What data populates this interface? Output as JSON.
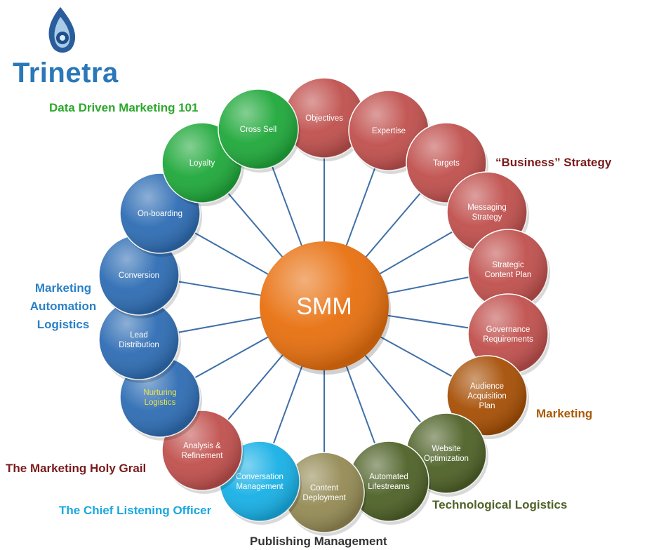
{
  "logo": {
    "text": "Trinetra",
    "icon": "eye-flame-icon"
  },
  "center": {
    "label": "SMM",
    "color": "#e8700f"
  },
  "nodes": [
    {
      "id": "objectives",
      "lines": [
        "Objectives"
      ],
      "color": "#c0504d",
      "text_color": "#ffffff"
    },
    {
      "id": "expertise",
      "lines": [
        "Expertise"
      ],
      "color": "#c0504d",
      "text_color": "#ffffff"
    },
    {
      "id": "targets",
      "lines": [
        "Targets"
      ],
      "color": "#c0504d",
      "text_color": "#ffffff"
    },
    {
      "id": "messaging",
      "lines": [
        "Messaging",
        "Strategy"
      ],
      "color": "#c0504d",
      "text_color": "#ffffff"
    },
    {
      "id": "content-plan",
      "lines": [
        "Strategic",
        "Content Plan"
      ],
      "color": "#c0504d",
      "text_color": "#ffffff"
    },
    {
      "id": "governance",
      "lines": [
        "Governance",
        "Requirements"
      ],
      "color": "#c0504d",
      "text_color": "#ffffff"
    },
    {
      "id": "audience",
      "lines": [
        "Audience",
        "Acquisition",
        "Plan"
      ],
      "color": "#a64f05",
      "text_color": "#ffffff"
    },
    {
      "id": "website",
      "lines": [
        "Website",
        "Optimization"
      ],
      "color": "#4f6228",
      "text_color": "#ffffff"
    },
    {
      "id": "lifestreams",
      "lines": [
        "Automated",
        "Lifestreams"
      ],
      "color": "#4f6228",
      "text_color": "#ffffff"
    },
    {
      "id": "content-dep",
      "lines": [
        "Content",
        "Deployment"
      ],
      "color": "#948a54",
      "text_color": "#ffffff"
    },
    {
      "id": "conversation",
      "lines": [
        "Conversation",
        "Management"
      ],
      "color": "#17b0e6",
      "text_color": "#ffffff"
    },
    {
      "id": "analysis",
      "lines": [
        "Analysis &",
        "Refinement"
      ],
      "color": "#c0504d",
      "text_color": "#ffffff"
    },
    {
      "id": "nurturing",
      "lines": [
        "Nurturing",
        "Logistics"
      ],
      "color": "#2e6db4",
      "text_color": "#e8e24a"
    },
    {
      "id": "lead",
      "lines": [
        "Lead",
        "Distribution"
      ],
      "color": "#2e6db4",
      "text_color": "#ffffff"
    },
    {
      "id": "conversion",
      "lines": [
        "Conversion"
      ],
      "color": "#2e6db4",
      "text_color": "#ffffff"
    },
    {
      "id": "onboarding",
      "lines": [
        "On-boarding"
      ],
      "color": "#2e6db4",
      "text_color": "#ffffff"
    },
    {
      "id": "loyalty",
      "lines": [
        "Loyalty"
      ],
      "color": "#1fa83a",
      "text_color": "#ffffff"
    },
    {
      "id": "cross-sell",
      "lines": [
        "Cross Sell"
      ],
      "color": "#1fa83a",
      "text_color": "#ffffff"
    }
  ],
  "groups": {
    "data_driven": {
      "text": "Data Driven Marketing 101",
      "color": "#2ea82e"
    },
    "business_strategy": {
      "text": "“Business” Strategy",
      "color": "#7a1b1b"
    },
    "marketing_automation": {
      "lines": [
        "Marketing",
        "Automation",
        "Logistics"
      ],
      "color": "#2a80c8"
    },
    "marketing": {
      "text": "Marketing",
      "color": "#a85a06"
    },
    "holy_grail": {
      "text": "The Marketing Holy Grail",
      "color": "#7a1b1b"
    },
    "chief_listening": {
      "text": "The Chief Listening Officer",
      "color": "#18a8e0"
    },
    "technological": {
      "text": "Technological Logistics",
      "color": "#4f6228"
    },
    "publishing": {
      "text": "Publishing Management",
      "color": "#333333"
    }
  }
}
